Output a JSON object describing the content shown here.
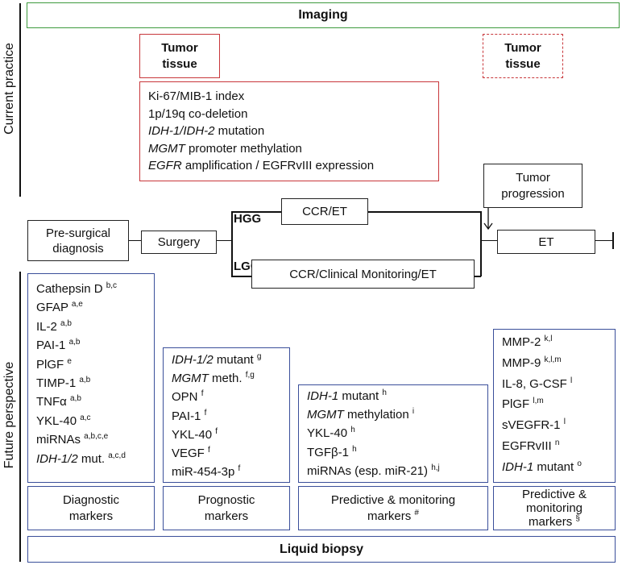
{
  "imaging": "Imaging",
  "liquid_biopsy": "Liquid biopsy",
  "side_labels": {
    "current": "Current practice",
    "future": "Future perspective"
  },
  "tumor_tissue_left": "Tumor tissue",
  "tumor_tissue_right": "Tumor tissue",
  "tissue_markers": [
    {
      "pre": "",
      "em": "",
      "post": "Ki-67/MIB-1 index"
    },
    {
      "pre": "",
      "em": "",
      "post": "1p/19q co-deletion"
    },
    {
      "pre": "",
      "em": "IDH-1/IDH-2",
      "post": " mutation"
    },
    {
      "pre": "",
      "em": "MGMT",
      "post": " promoter methylation"
    },
    {
      "pre": "",
      "em": "EGFR",
      "post": " amplification / EGFRvIII expression"
    }
  ],
  "flow": {
    "pre_surgical": "Pre-surgical diagnosis",
    "surgery": "Surgery",
    "hgg": "HGG",
    "lgg": "LGG",
    "ccr_et": "CCR/ET",
    "ccr_clinical": "CCR/Clinical Monitoring/ET",
    "tumor_progression": "Tumor progression",
    "et": "ET"
  },
  "diagnostic": {
    "title": "Diagnostic markers",
    "items": [
      {
        "em": "",
        "text": "Cathepsin D",
        "sup": "b,c"
      },
      {
        "em": "",
        "text": "GFAP",
        "sup": "a,e"
      },
      {
        "em": "",
        "text": "IL-2",
        "sup": "a,b"
      },
      {
        "em": "",
        "text": "PAI-1",
        "sup": "a,b"
      },
      {
        "em": "",
        "text": "PlGF",
        "sup": "e"
      },
      {
        "em": "",
        "text": "TIMP-1",
        "sup": "a,b"
      },
      {
        "em": "",
        "text": "TNFα",
        "sup": "a,b"
      },
      {
        "em": "",
        "text": "YKL-40",
        "sup": "a,c"
      },
      {
        "em": "",
        "text": "miRNAs",
        "sup": "a,b,c,e"
      },
      {
        "em": "IDH-1/2",
        "text": " mut.",
        "sup": "a,c,d"
      }
    ]
  },
  "prognostic": {
    "title": "Prognostic markers",
    "items": [
      {
        "em": "IDH-1/2",
        "text": " mutant",
        "sup": "g"
      },
      {
        "em": "MGMT",
        "text": " meth.",
        "sup": "f,g"
      },
      {
        "em": "",
        "text": "OPN",
        "sup": "f"
      },
      {
        "em": "",
        "text": "PAI-1",
        "sup": "f"
      },
      {
        "em": "",
        "text": "YKL-40",
        "sup": "f"
      },
      {
        "em": "",
        "text": "VEGF",
        "sup": "f"
      },
      {
        "em": "",
        "text": "miR-454-3p",
        "sup": "f"
      }
    ]
  },
  "predictive1": {
    "title_line1": "Predictive & monitoring",
    "title_line2": "markers",
    "title_sup": "#",
    "items": [
      {
        "em": "IDH-1",
        "text": " mutant",
        "sup": "h"
      },
      {
        "em": "MGMT",
        "text": " methylation",
        "sup": "i"
      },
      {
        "em": "",
        "text": "YKL-40",
        "sup": "h"
      },
      {
        "em": "",
        "text": "TGFβ-1",
        "sup": "h"
      },
      {
        "em": "",
        "text": "miRNAs (esp. miR-21)",
        "sup": "h,j"
      }
    ]
  },
  "predictive2": {
    "title_line1": "Predictive &",
    "title_line2": "monitoring",
    "title_line3": "markers",
    "title_sup": "§",
    "items": [
      {
        "em": "",
        "text": "MMP-2",
        "sup": "k,l"
      },
      {
        "em": "",
        "text": "MMP-9",
        "sup": "k,l,m"
      },
      {
        "em": "",
        "text": "IL-8, G-CSF",
        "sup": "l"
      },
      {
        "em": "",
        "text": "PlGF",
        "sup": "l,m"
      },
      {
        "em": "",
        "text": "sVEGFR-1",
        "sup": "l"
      },
      {
        "em": "",
        "text": "EGFRvIII",
        "sup": "n"
      },
      {
        "em": "IDH-1",
        "text": " mutant",
        "sup": "o"
      }
    ]
  }
}
